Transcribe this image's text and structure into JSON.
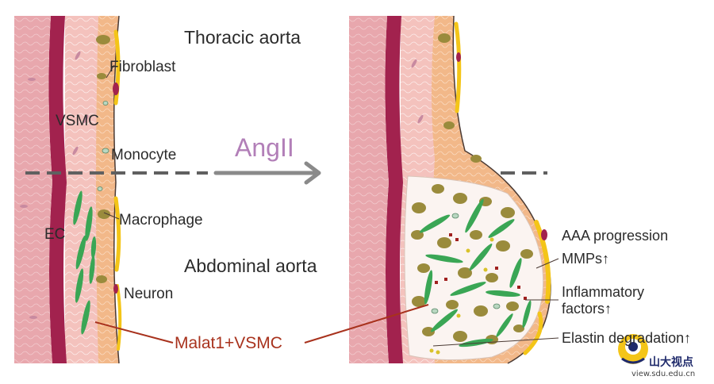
{
  "labels": {
    "thoracic": "Thoracic aorta",
    "abdominal": "Abdominal aorta",
    "fibroblast": "Fibroblast",
    "vsmc": "VSMC",
    "monocyte": "Monocyte",
    "ec": "EC",
    "macrophage": "Macrophage",
    "neuron": "Neuron",
    "angii": "AngII",
    "malat1": "Malat1+VSMC",
    "aaa": "AAA progression",
    "mmps": "MMPs↑",
    "inflam_1": "Inflammatory",
    "inflam_2": "factors↑",
    "elastin": "Elastin degradation↑"
  },
  "watermark": {
    "name": "山大视点",
    "url": "view.sdu.edu.cn"
  },
  "colors": {
    "intima": "#e8a7ad",
    "elastic_lamina": "#a2224e",
    "media": "#f4c2bd",
    "adventitia": "#f2b889",
    "adipose": "#f4c518",
    "vsmc_green": "#3aa655",
    "macrophage_olive": "#9a8b3c",
    "arrow_gray": "#8a8a8a",
    "malat_red": "#a8321d",
    "angii_purple": "#b27fb8"
  }
}
